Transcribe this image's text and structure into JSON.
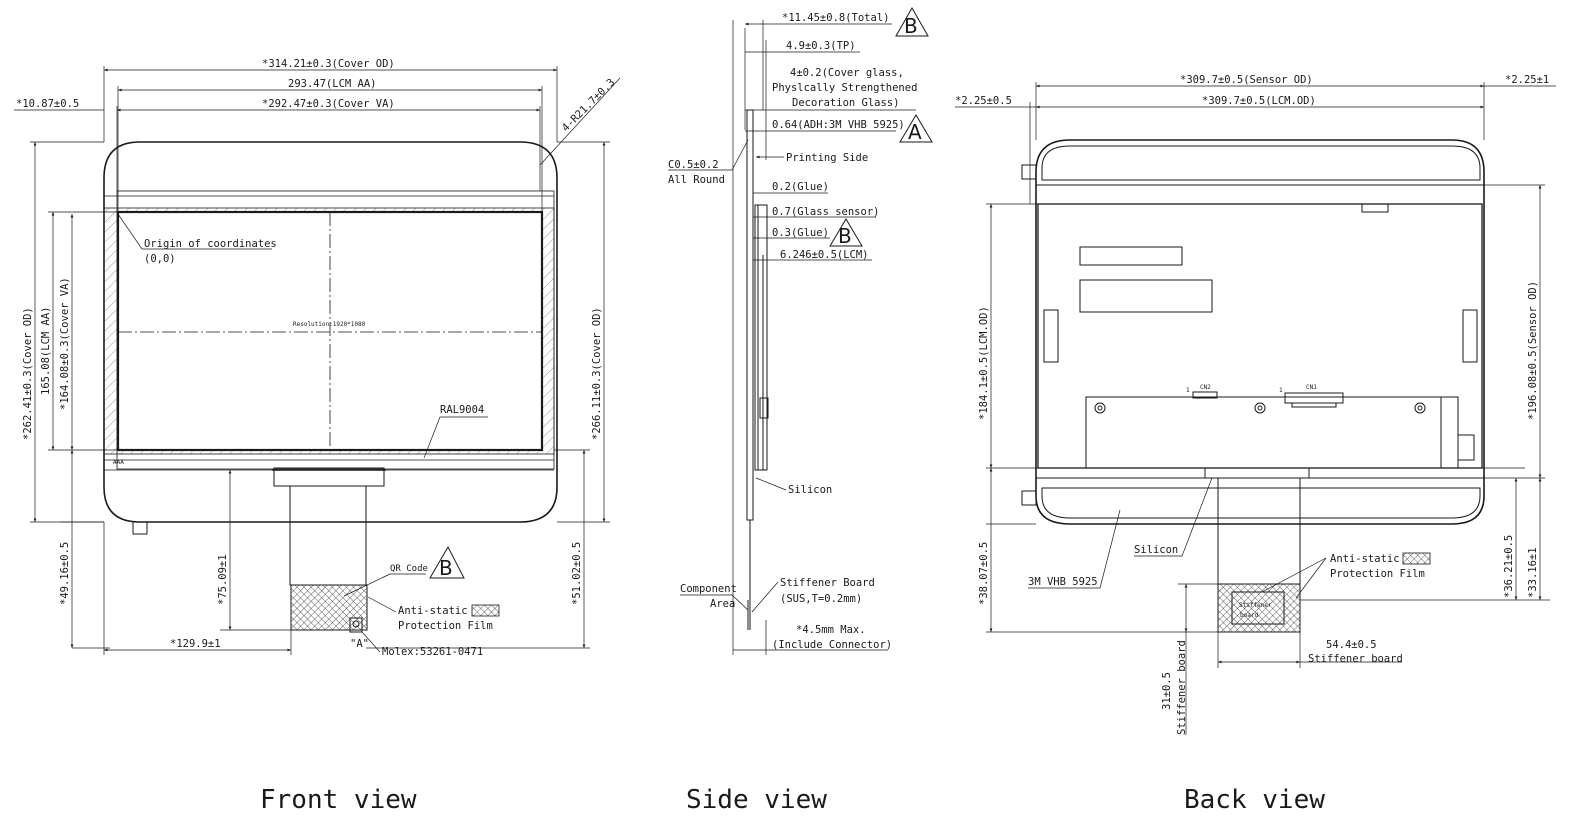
{
  "captions": {
    "front": "Front view",
    "side": "Side view",
    "back": "Back view"
  },
  "front": {
    "cover_od_width": "*314.21±0.3(Cover OD)",
    "lcm_aa_width": "293.47(LCM AA)",
    "cover_va_width": "*292.47±0.3(Cover VA)",
    "left_offset": "*10.87±0.5",
    "corner_radius": "4-R21.7±0.3",
    "cover_od_height_left": "*262.41±0.3(Cover OD)",
    "lcm_aa_height": "165.08(LCM AA)",
    "cover_va_height": "*164.08±0.3(Cover VA)",
    "cover_od_height_right": "*266.11±0.3(Cover OD)",
    "bottom_left_offset": "*49.16±0.5",
    "bottom_right_offset": "*51.02±0.5",
    "fpc_length": "*75.09±1",
    "fpc_position": "*129.9±1",
    "origin_label": "Origin of coordinates",
    "origin_coords": "(0,0)",
    "resolution": "Resolution:1920*1080",
    "color_code": "RAL9004",
    "qr_code": "QR Code",
    "antistatic_1": "Anti-static",
    "antistatic_2": "Protection Film",
    "detail_a": "\"A\"",
    "connector": "Molex:53261-0471",
    "small_mark": "AAA"
  },
  "side": {
    "total": "*11.45±0.8(Total)",
    "tp": "4.9±0.3(TP)",
    "cover_glass_1": "4±0.2(Cover glass,",
    "cover_glass_2": "Physlcally Strengthened",
    "cover_glass_3": "Decoration Glass)",
    "adhesive": "0.64(ADH:3M VHB 5925)",
    "printing_side": "Printing Side",
    "chamfer_1": "C0.5±0.2",
    "chamfer_2": "All Round",
    "glue_1": "0.2(Glue)",
    "glass_sensor": "0.7(Glass sensor)",
    "glue_2": "0.3(Glue)",
    "lcm": "6.246±0.5(LCM)",
    "silicon": "Silicon",
    "component_1": "Component",
    "component_2": "Area",
    "stiffener_1": "Stiffener Board",
    "stiffener_2": "(SUS,T=0.2mm)",
    "max_1": "*4.5mm Max.",
    "max_2": "(Include Connector)"
  },
  "back": {
    "sensor_od_width": "*309.7±0.5(Sensor OD)",
    "lcm_od_width": "*309.7±0.5(LCM.OD)",
    "right_offset": "*2.25±1",
    "left_offset": "*2.25±0.5",
    "lcm_od_height": "*184.1±0.5(LCM.OD)",
    "sensor_od_height": "*196.08±0.5(Sensor OD)",
    "bottom_left": "*38.07±0.5",
    "bottom_right_1": "*36.21±0.5",
    "bottom_right_2": "*33.16±1",
    "silicon": "Silicon",
    "vhb": "3M VHB 5925",
    "antistatic_1": "Anti-static",
    "antistatic_2": "Protection Film",
    "stiffener_board_label": "Stiffener",
    "stiffener_board_label_2": "board",
    "stiffener_width_1": "54.4±0.5",
    "stiffener_width_2": "Stiffener board",
    "stiffener_height_1": "31±0.5",
    "stiffener_height_2": "Stiffener board",
    "cn1": "CN1",
    "cn2": "CN2",
    "pin1_a": "1",
    "pin1_b": "1"
  },
  "flags": {
    "a": "A",
    "b": "B"
  }
}
